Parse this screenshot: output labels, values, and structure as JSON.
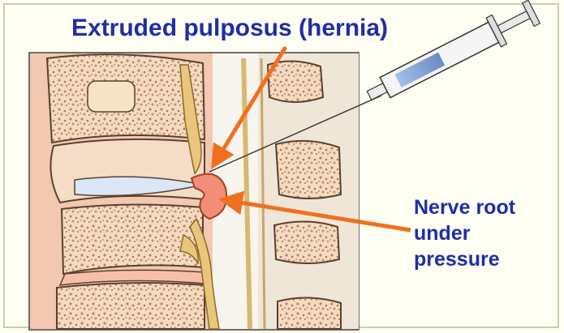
{
  "labels": {
    "hernia": "Extruded pulposus (hernia)",
    "nerve_root": [
      "Nerve root",
      "under",
      "pressure"
    ]
  },
  "colors": {
    "label_text": "#1f2ea6",
    "arrow": "#f07020",
    "bone": "#f4e3c3",
    "bone_speckle": "#c98a78",
    "disc": "#f6c0a8",
    "nerve": "#e8c070",
    "background_panel": "#f3c8b0"
  },
  "icons": {
    "syringe": "syringe-icon",
    "arrows": "arrow-icon"
  }
}
